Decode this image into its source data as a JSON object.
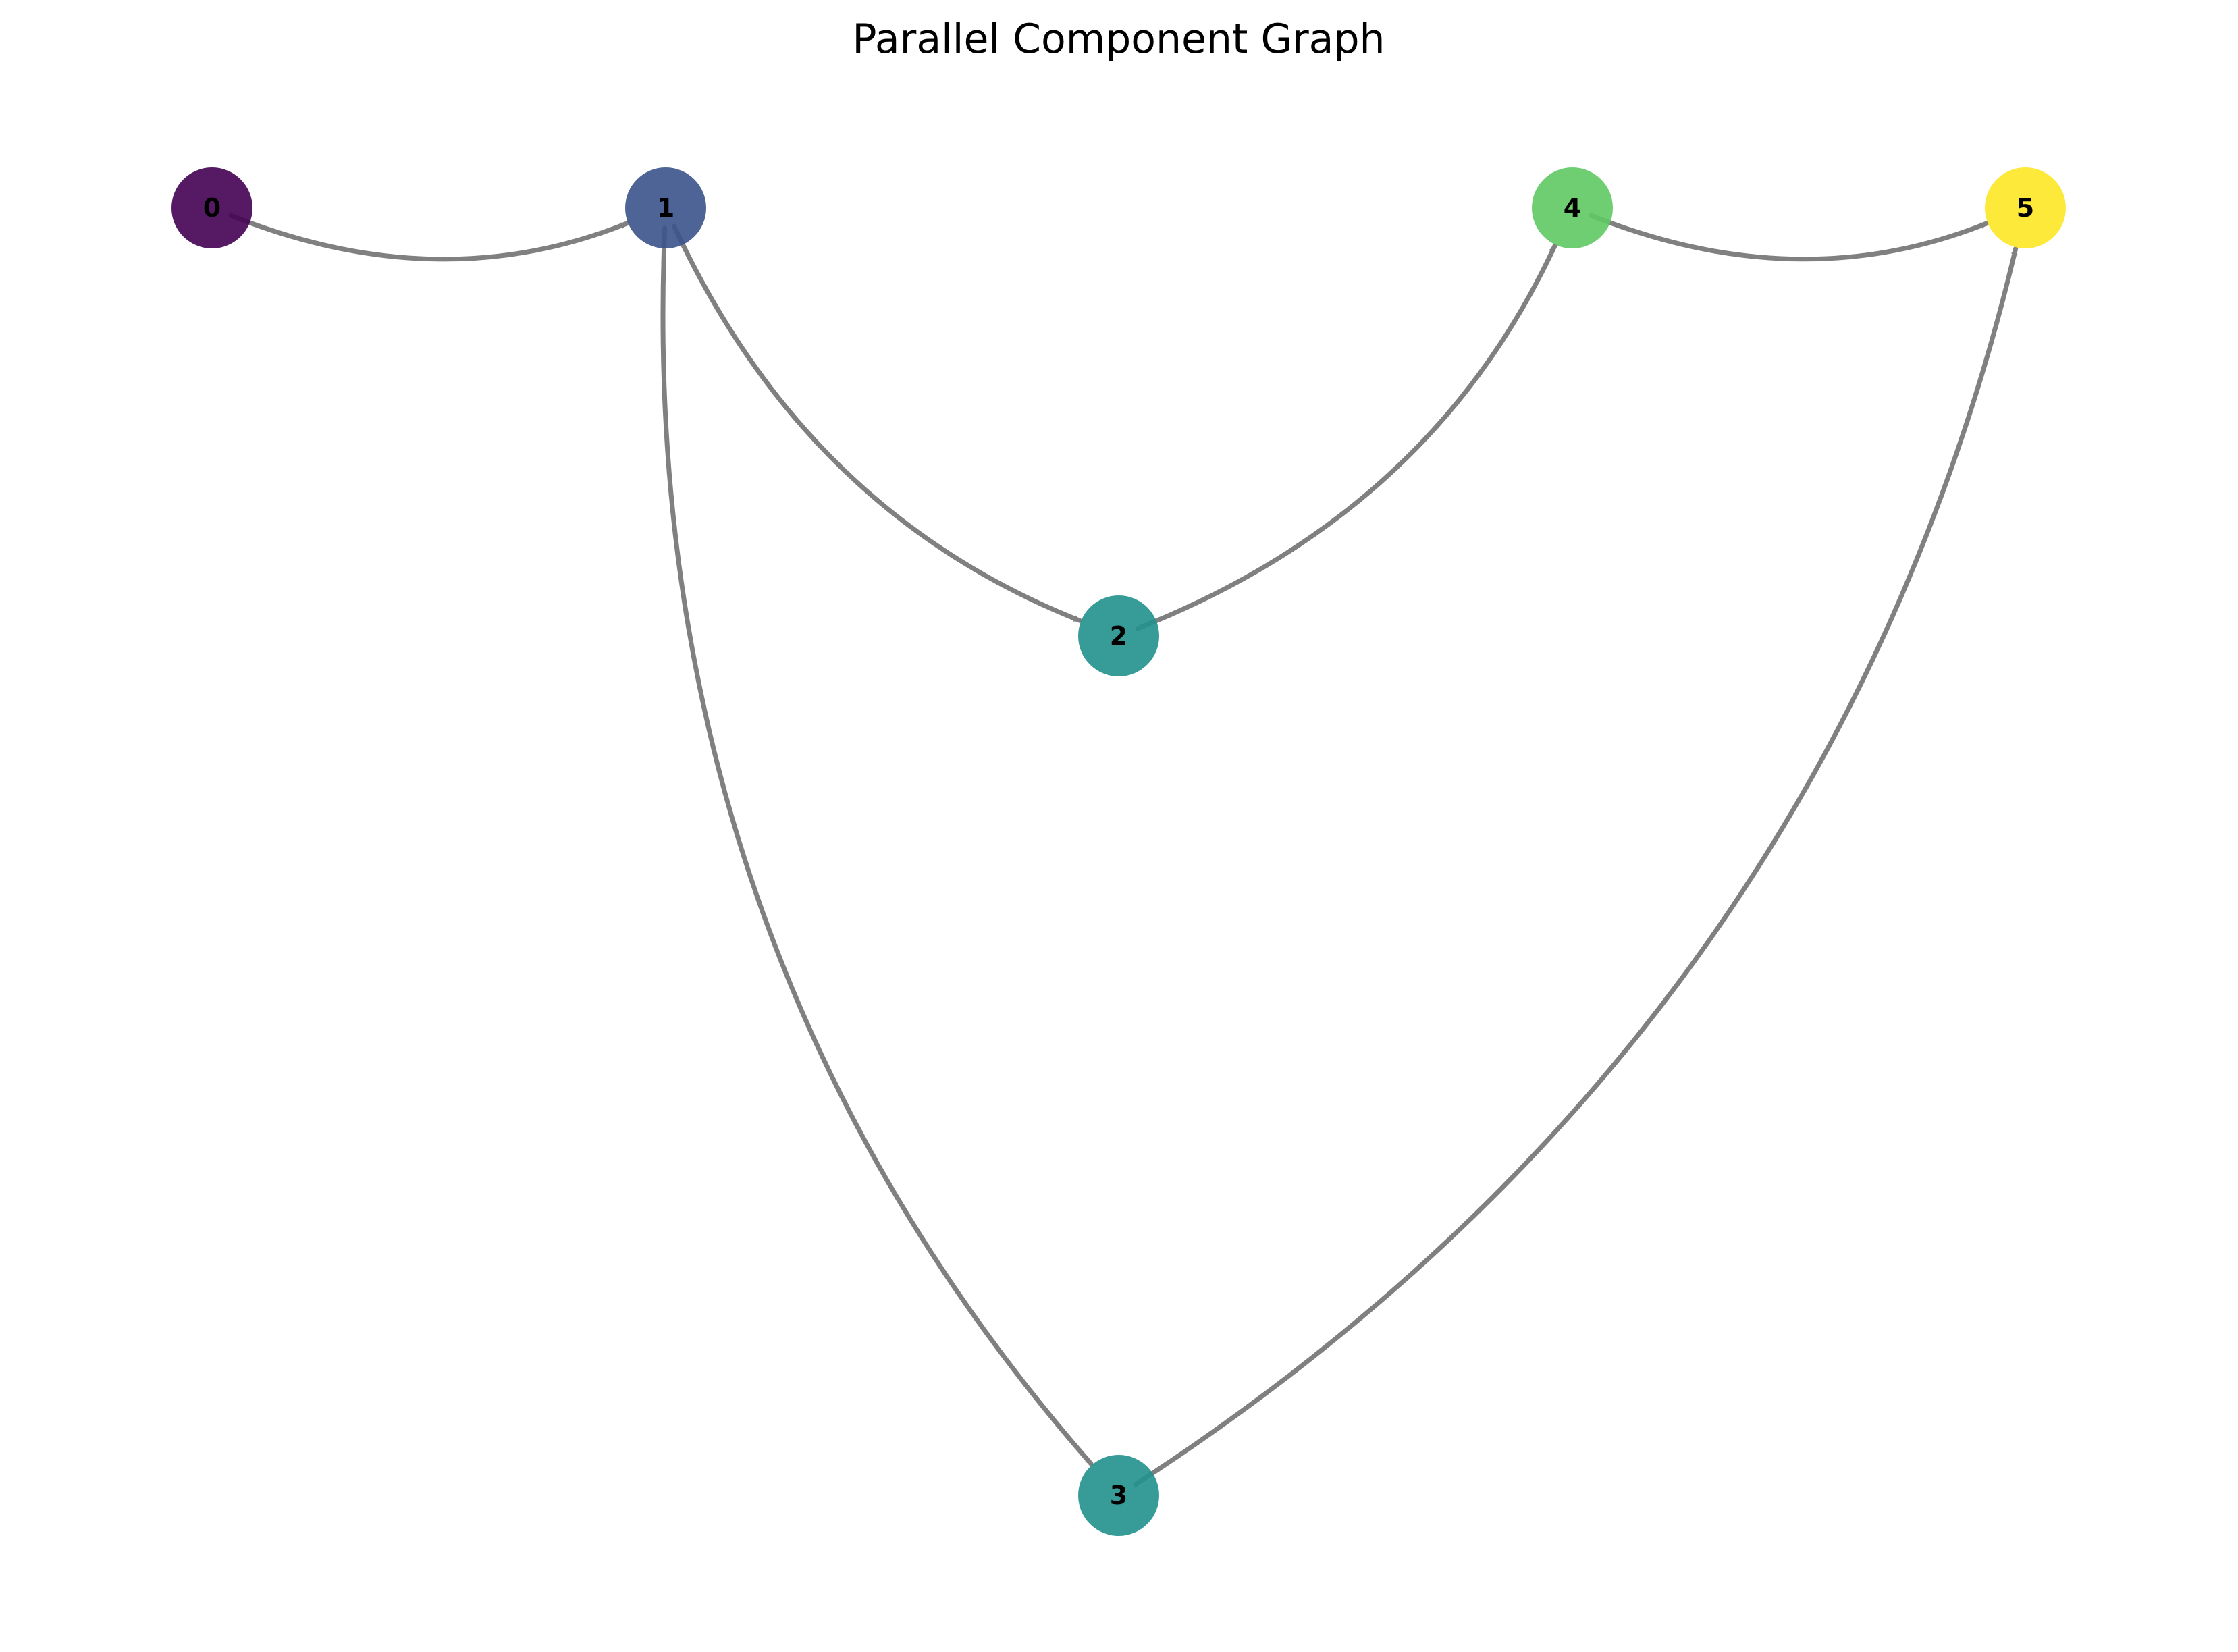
{
  "title": "Parallel Component Graph",
  "edge_color": "#808080",
  "nodes": [
    {
      "id": "0",
      "label": "0",
      "color": "#440154"
    },
    {
      "id": "1",
      "label": "1",
      "color": "#3b528b"
    },
    {
      "id": "2",
      "label": "2",
      "color": "#21918c"
    },
    {
      "id": "3",
      "label": "3",
      "color": "#21918c"
    },
    {
      "id": "4",
      "label": "4",
      "color": "#5ec962"
    },
    {
      "id": "5",
      "label": "5",
      "color": "#fde725"
    }
  ],
  "edges": [
    {
      "from": "0",
      "to": "1"
    },
    {
      "from": "1",
      "to": "2"
    },
    {
      "from": "1",
      "to": "3"
    },
    {
      "from": "2",
      "to": "4"
    },
    {
      "from": "3",
      "to": "5"
    },
    {
      "from": "4",
      "to": "5"
    }
  ]
}
